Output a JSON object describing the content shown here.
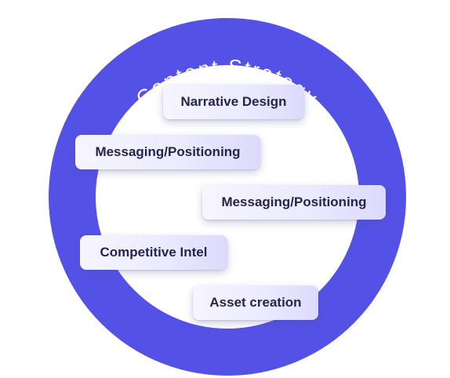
{
  "diagram": {
    "title": "Content Strategy",
    "items": [
      {
        "label": "Narrative Design"
      },
      {
        "label": "Messaging/Positioning"
      },
      {
        "label": "Messaging/Positioning"
      },
      {
        "label": "Competitive Intel"
      },
      {
        "label": "Asset creation"
      }
    ]
  },
  "colors": {
    "ring": "#5452e6",
    "ring_text": "#ffffff",
    "pill_text": "#26254a"
  }
}
